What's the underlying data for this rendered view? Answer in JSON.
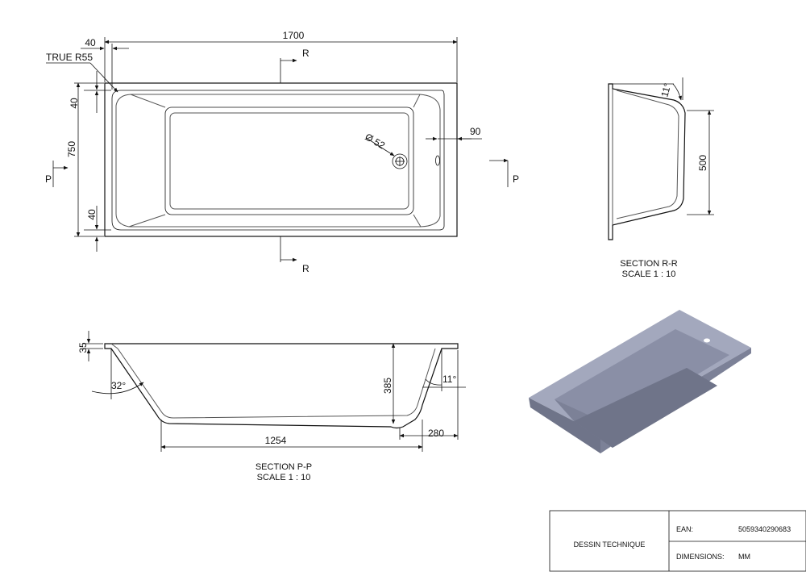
{
  "plan_view": {
    "dim_total_length": "1700",
    "dim_edge_left": "40",
    "true_radius": "TRUE R55",
    "dim_edge_top": "40",
    "dim_width": "750",
    "dim_edge_bottom": "40",
    "dim_waste_offset": "90",
    "dim_waste_diameter": "Ø 52",
    "section_p_left": "P",
    "section_p_right": "P",
    "section_r_top": "R",
    "section_r_bottom": "R"
  },
  "section_rr": {
    "dim_angle": "11°",
    "dim_depth": "500",
    "caption_title": "SECTION R-R",
    "caption_scale": "SCALE 1 : 10"
  },
  "section_pp": {
    "dim_rim": "35",
    "dim_angle_left": "32°",
    "dim_depth": "385",
    "dim_angle_right": "11°",
    "dim_base_length": "1254",
    "dim_waste_offset": "280",
    "caption_title": "SECTION P-P",
    "caption_scale": "SCALE 1 : 10"
  },
  "render_3d": {
    "surface_color": "#8a8fa6",
    "shade_color": "#6f7489",
    "rim_color": "#a3a8bd"
  },
  "title_block": {
    "label": "DESSIN TECHNIQUE",
    "ean_label": "EAN:",
    "ean_value": "5059340290683",
    "dimensions_label": "DIMENSIONS:",
    "dimensions_value": "MM"
  }
}
